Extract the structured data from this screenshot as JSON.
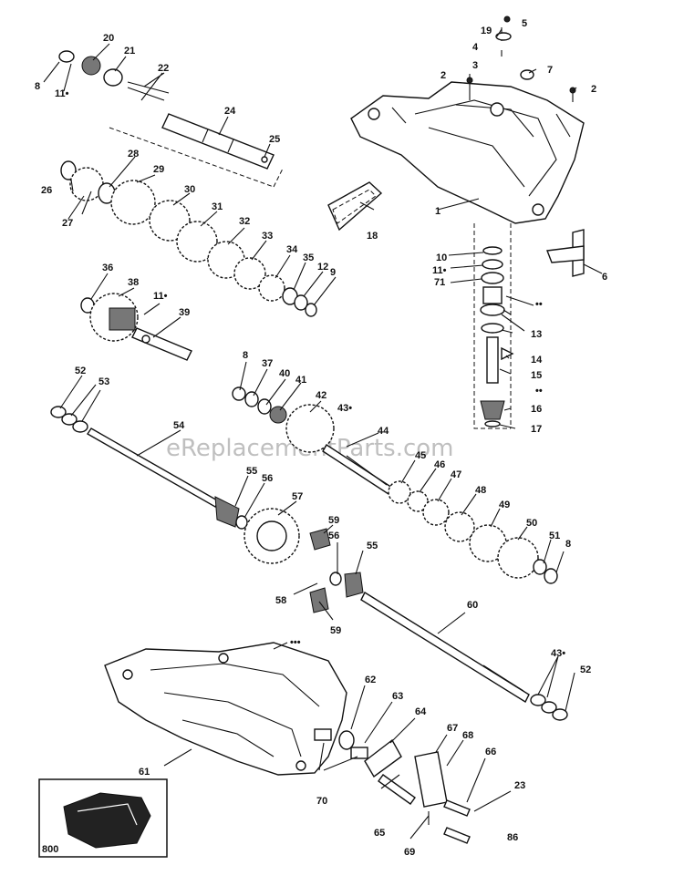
{
  "watermark": "eReplacementParts.com",
  "labels": {
    "p1": "1",
    "p2a": "2",
    "p2b": "2",
    "p3": "3",
    "p4": "4",
    "p5": "5",
    "p6": "6",
    "p7": "7",
    "p8a": "8",
    "p8b": "8",
    "p8c": "8",
    "p9": "9",
    "p10": "10",
    "p11a": "11•",
    "p11b": "11•",
    "p11c": "11•",
    "p12": "12",
    "p13": "13",
    "p14": "14",
    "p15": "15",
    "p16": "16",
    "p17": "17",
    "p18": "18",
    "p19": "19",
    "p20": "20",
    "p21": "21",
    "p22": "22",
    "p23": "23",
    "p24": "24",
    "p25": "25",
    "p26": "26",
    "p27": "27",
    "p28": "28",
    "p29": "29",
    "p30": "30",
    "p31": "31",
    "p32": "32",
    "p33": "33",
    "p34": "34",
    "p35": "35",
    "p36": "36",
    "p38": "38",
    "p39": "39",
    "p37": "37",
    "p40": "40",
    "p41": "41",
    "p42": "42",
    "p43a": "43•",
    "p43b": "43•",
    "p44": "44",
    "p45": "45",
    "p46": "46",
    "p47": "47",
    "p48": "48",
    "p49": "49",
    "p50": "50",
    "p51": "51",
    "p52a": "52",
    "p52b": "52",
    "p53": "53",
    "p54": "54",
    "p55a": "55",
    "p55b": "55",
    "p56a": "56",
    "p56b": "56",
    "p57": "57",
    "p58": "58",
    "p59a": "59",
    "p59b": "59",
    "p60": "60",
    "p61": "61",
    "p62": "62",
    "p63": "63",
    "p64": "64",
    "p65": "65",
    "p66": "66",
    "p67": "67",
    "p68": "68",
    "p69": "69",
    "p70": "70",
    "p71": "71",
    "p86": "86",
    "p800": "800",
    "dots1": "••",
    "dots2": "••",
    "dots3": "•••"
  }
}
